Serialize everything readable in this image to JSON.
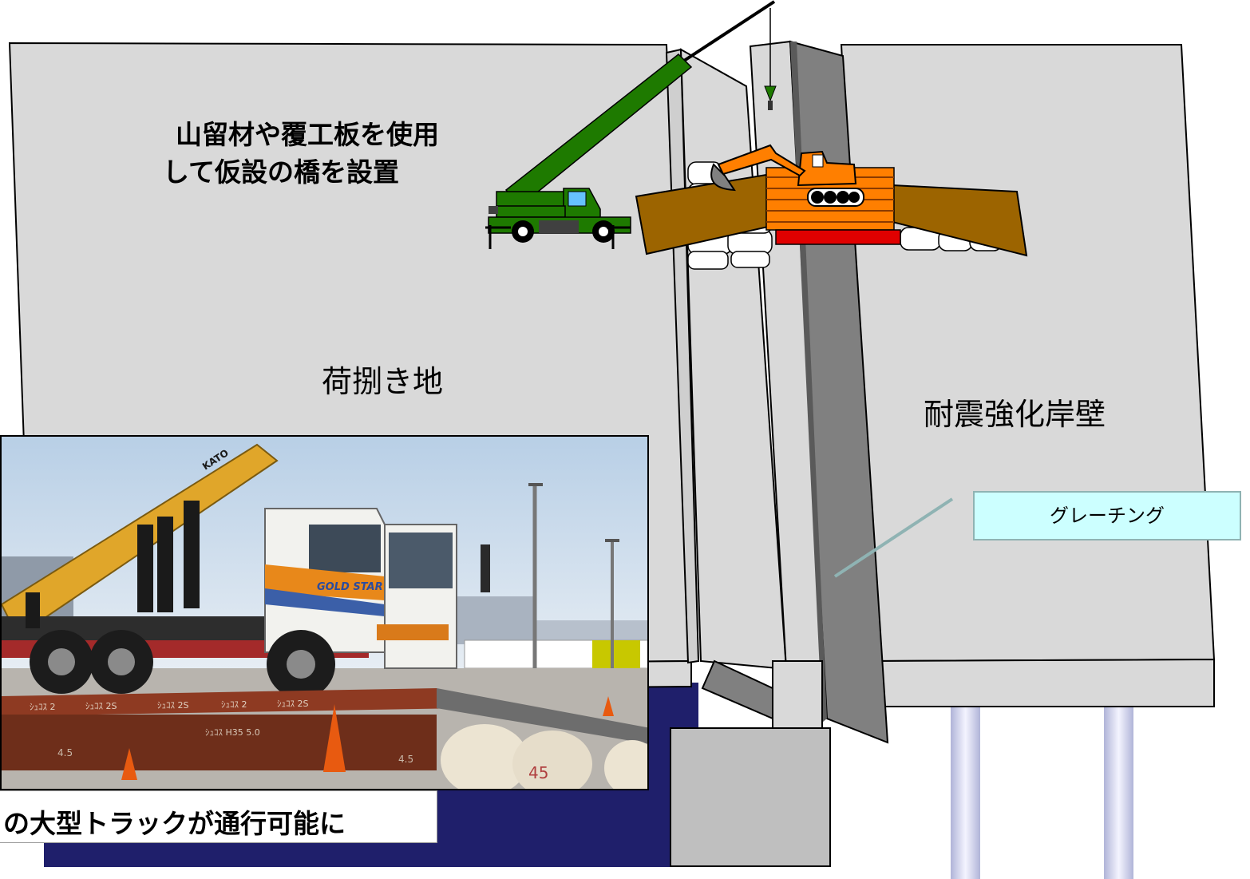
{
  "labels": {
    "note_line1": "山留材や覆工板を使用",
    "note_line2": "して仮設の橋を設置",
    "cargo_area": "荷捌き地",
    "seismic_quay": "耐震強化岸壁",
    "grating": "グレーチング",
    "photo_caption": "の大型トラックが通行可能に"
  },
  "photo": {
    "truck_brand": "GOLD STAR",
    "crane_brand": "KATO",
    "beam_marks": [
      "ｼｭｺｽ 2",
      "ｼｭｺｽ 2S",
      "ｼｭｺｽ 2S",
      "ｼｭｺｽ 2",
      "ｼｭｺｽ 2S",
      "ｼｭｺｽ H35 5.0"
    ],
    "bag_marks": [
      "4.5",
      "4.5",
      "45"
    ]
  },
  "colors": {
    "ground": "#d9d9d9",
    "wall": "#808080",
    "water": "#1f1f6b",
    "crane": "#1e7a00",
    "excavator": "#ff7f00",
    "plank": "#9c6400",
    "red_beam": "#e00000",
    "callout_fill": "#ccffff",
    "pillar": "#c8cce8"
  }
}
